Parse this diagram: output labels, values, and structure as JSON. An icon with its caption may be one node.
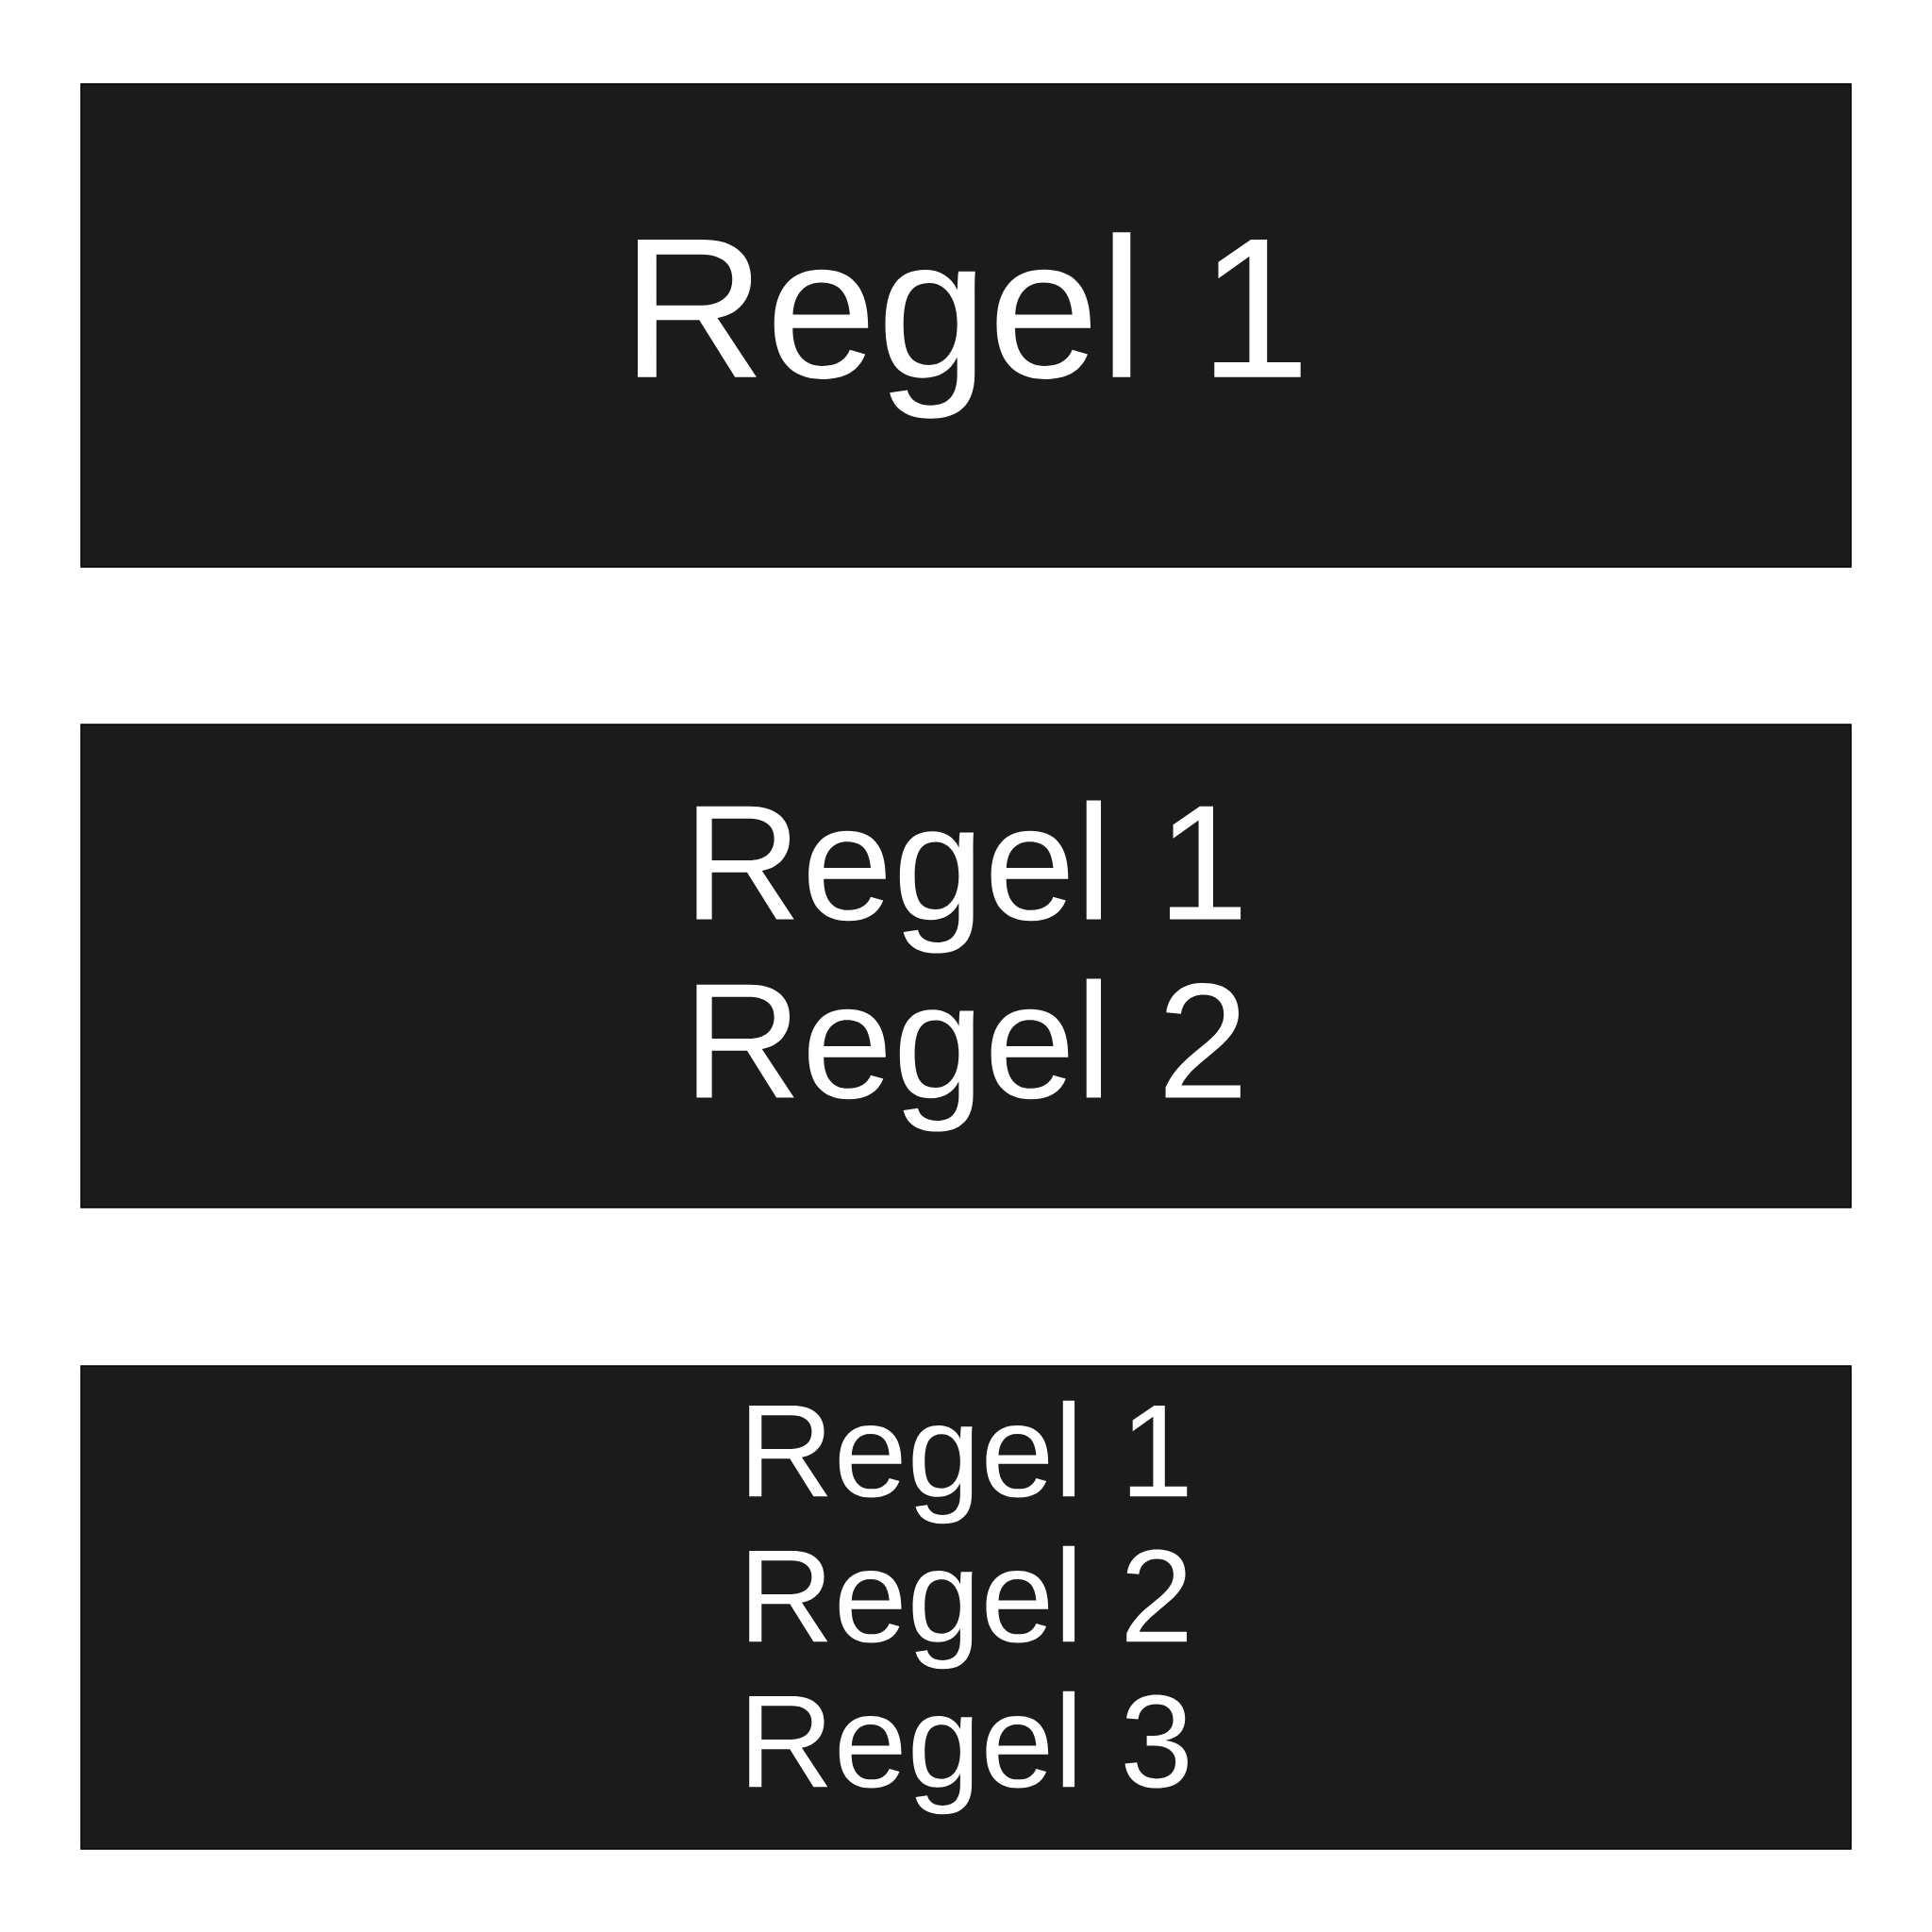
{
  "diagram": {
    "nodes": [
      {
        "text": [
          "Regel 1"
        ]
      },
      {
        "text": [
          "Regel 1",
          "Regel 2"
        ]
      },
      {
        "text": [
          "Regel 1",
          "Regel 2",
          "Regel 3"
        ]
      }
    ]
  }
}
